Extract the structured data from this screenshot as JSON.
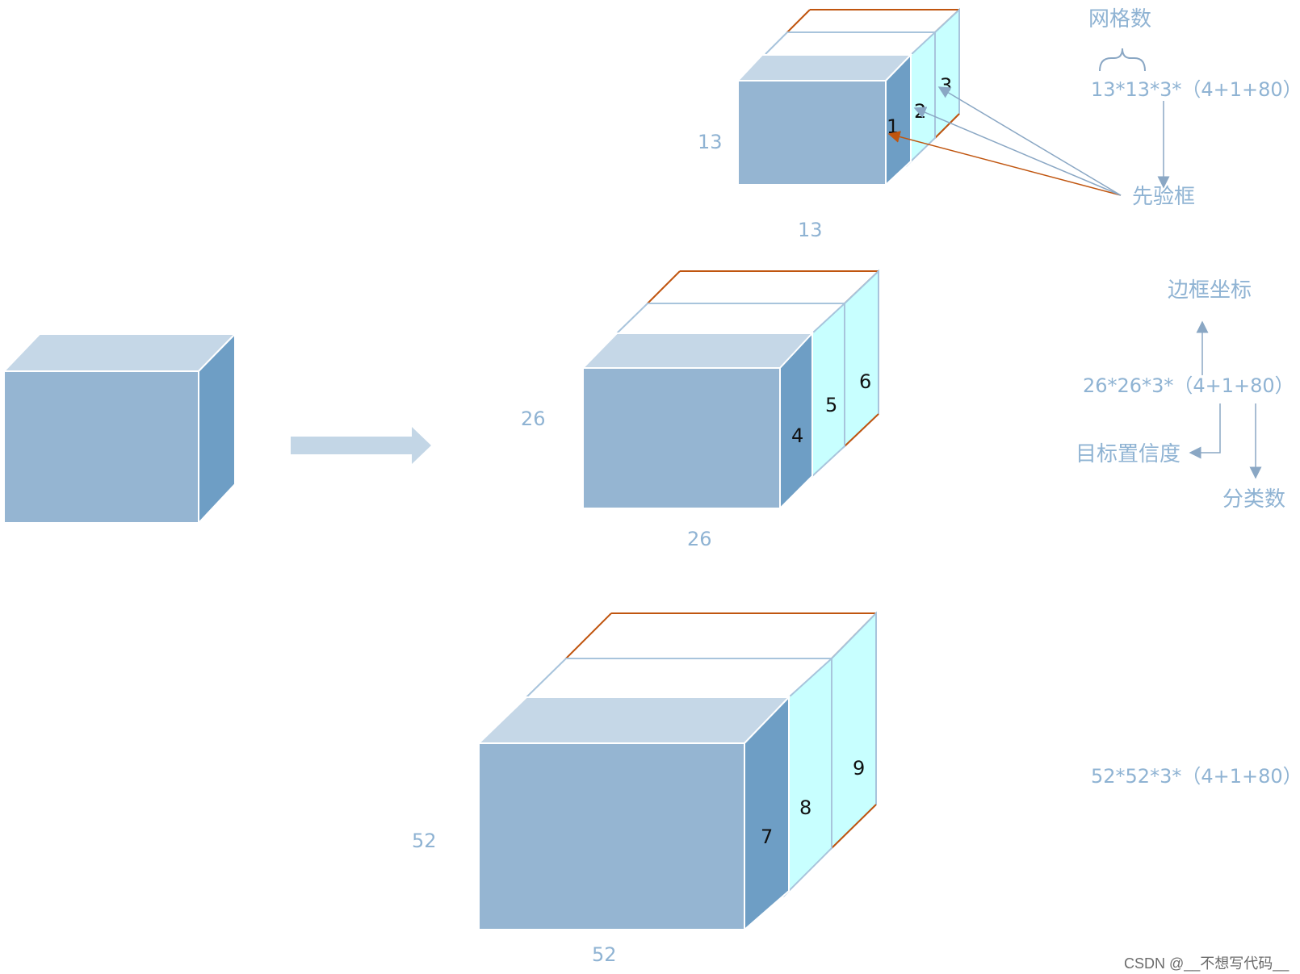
{
  "colors": {
    "front": "#95b5d2",
    "top": "#c5d7e7",
    "side_dark": "#6e9ec5",
    "cyan": "#c8ffff",
    "edge_orange": "#c0550f",
    "edge_light": "#a8c4dc",
    "label": "#8fb3d3",
    "arrow": "#c3d6e6"
  },
  "input_cube": {
    "description_icon": "input-feature-cube"
  },
  "scales": [
    {
      "grid_h": "13",
      "grid_w": "13",
      "anchors": [
        "1",
        "2",
        "3"
      ],
      "formula": "13*13*3*（4+1+80）"
    },
    {
      "grid_h": "26",
      "grid_w": "26",
      "anchors": [
        "4",
        "5",
        "6"
      ],
      "formula": "26*26*3*（4+1+80）"
    },
    {
      "grid_h": "52",
      "grid_w": "52",
      "anchors": [
        "7",
        "8",
        "9"
      ],
      "formula": "52*52*3*（4+1+80）"
    }
  ],
  "annotations": {
    "grid_count": "网格数",
    "prior_box": "先验框",
    "bbox_coords": "边框坐标",
    "objectness": "目标置信度",
    "num_classes": "分类数"
  },
  "watermark": "CSDN @__不想写代码__"
}
